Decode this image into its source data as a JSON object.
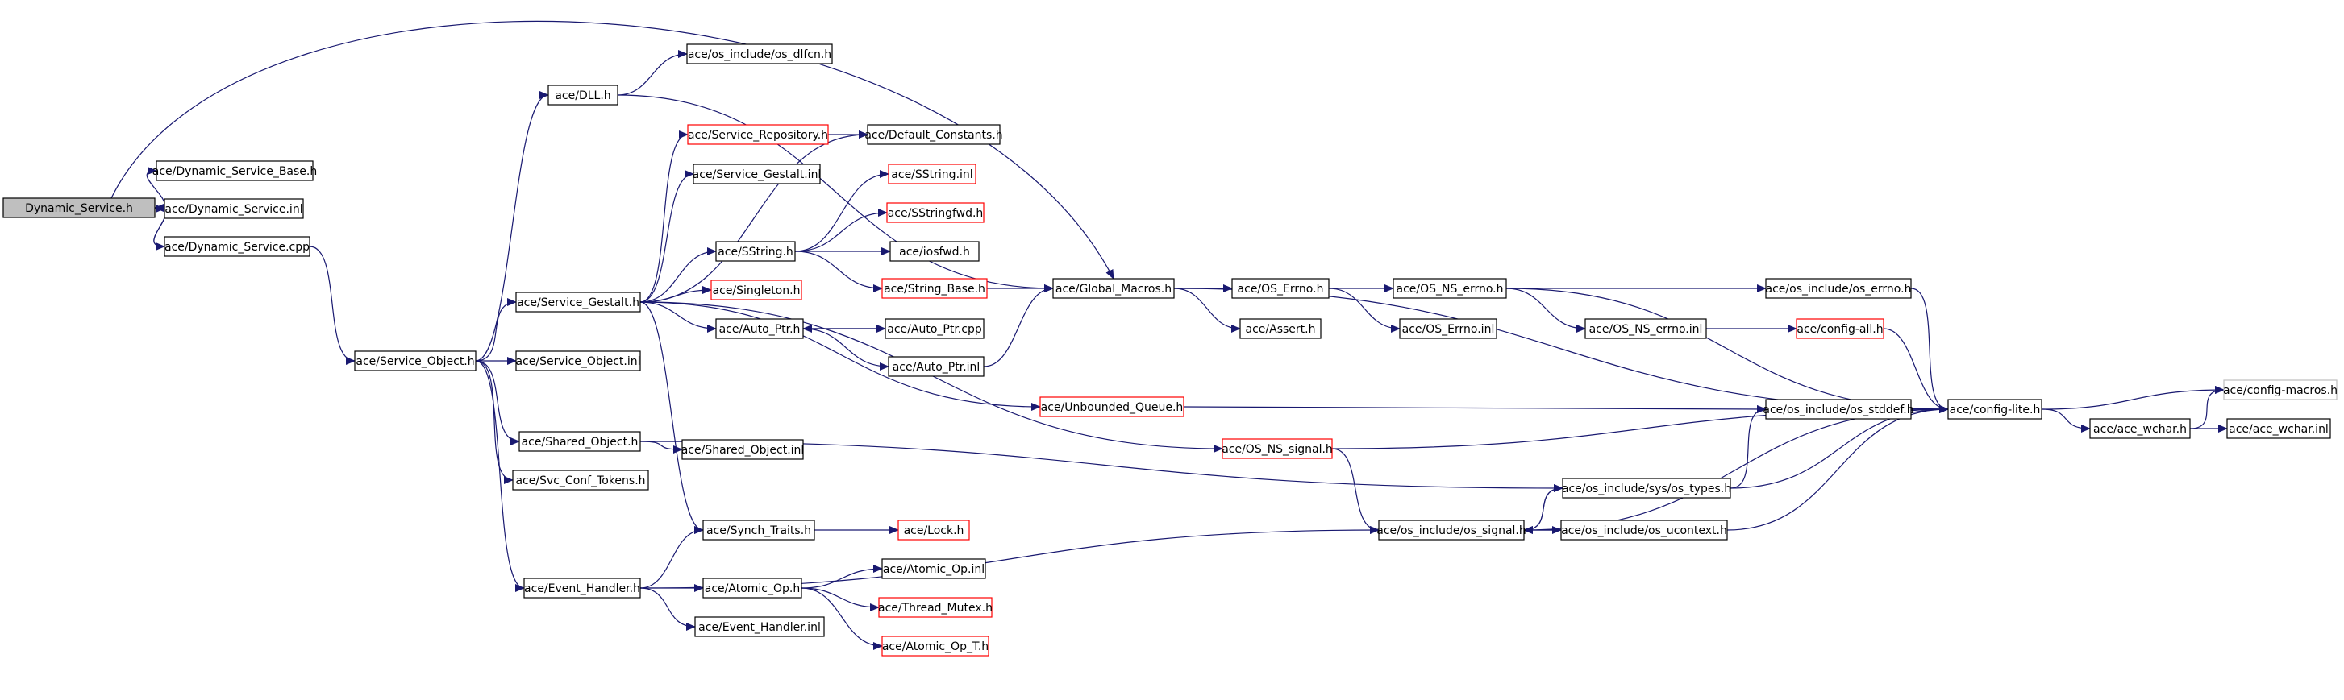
{
  "colors": {
    "edge": "#191970",
    "node_border": "#000000",
    "node_border_incomplete": "#ff0000",
    "node_border_unavailable": "#bfbfbf",
    "root_fill": "#bfbfbf",
    "node_fill": "#ffffff"
  },
  "nodes": [
    {
      "id": "root",
      "label": "Dynamic_Service.h",
      "style": "root"
    },
    {
      "id": "dsb",
      "label": "ace/Dynamic_Service_Base.h",
      "style": "normal"
    },
    {
      "id": "dsi",
      "label": "ace/Dynamic_Service.inl",
      "style": "normal"
    },
    {
      "id": "dscpp",
      "label": "ace/Dynamic_Service.cpp",
      "style": "normal"
    },
    {
      "id": "so",
      "label": "ace/Service_Object.h",
      "style": "normal"
    },
    {
      "id": "dll",
      "label": "ace/DLL.h",
      "style": "normal"
    },
    {
      "id": "dlfcn",
      "label": "ace/os_include/os_dlfcn.h",
      "style": "normal"
    },
    {
      "id": "sg",
      "label": "ace/Service_Gestalt.h",
      "style": "normal"
    },
    {
      "id": "sr",
      "label": "ace/Service_Repository.h",
      "style": "red"
    },
    {
      "id": "sgi",
      "label": "ace/Service_Gestalt.inl",
      "style": "normal"
    },
    {
      "id": "dc",
      "label": "ace/Default_Constants.h",
      "style": "normal"
    },
    {
      "id": "ss",
      "label": "ace/SString.h",
      "style": "normal"
    },
    {
      "id": "ssinl",
      "label": "ace/SString.inl",
      "style": "red"
    },
    {
      "id": "ssfwd",
      "label": "ace/SStringfwd.h",
      "style": "red"
    },
    {
      "id": "iosfwd",
      "label": "ace/iosfwd.h",
      "style": "normal"
    },
    {
      "id": "strbase",
      "label": "ace/String_Base.h",
      "style": "red"
    },
    {
      "id": "single",
      "label": "ace/Singleton.h",
      "style": "red"
    },
    {
      "id": "ap",
      "label": "ace/Auto_Ptr.h",
      "style": "normal"
    },
    {
      "id": "apcpp",
      "label": "ace/Auto_Ptr.cpp",
      "style": "normal"
    },
    {
      "id": "apinl",
      "label": "ace/Auto_Ptr.inl",
      "style": "normal"
    },
    {
      "id": "gm",
      "label": "ace/Global_Macros.h",
      "style": "normal"
    },
    {
      "id": "oserrno",
      "label": "ace/OS_Errno.h",
      "style": "normal"
    },
    {
      "id": "assert",
      "label": "ace/Assert.h",
      "style": "normal"
    },
    {
      "id": "nserrno",
      "label": "ace/OS_NS_errno.h",
      "style": "normal"
    },
    {
      "id": "oserrnoinl",
      "label": "ace/OS_Errno.inl",
      "style": "normal"
    },
    {
      "id": "nserrnoinl",
      "label": "ace/OS_NS_errno.inl",
      "style": "normal"
    },
    {
      "id": "oierrno",
      "label": "ace/os_include/os_errno.h",
      "style": "normal"
    },
    {
      "id": "cfgall",
      "label": "ace/config-all.h",
      "style": "red"
    },
    {
      "id": "sobinl",
      "label": "ace/Service_Object.inl",
      "style": "normal"
    },
    {
      "id": "uq",
      "label": "ace/Unbounded_Queue.h",
      "style": "red"
    },
    {
      "id": "shobj",
      "label": "ace/Shared_Object.h",
      "style": "normal"
    },
    {
      "id": "shobjinl",
      "label": "ace/Shared_Object.inl",
      "style": "normal"
    },
    {
      "id": "svc",
      "label": "ace/Svc_Conf_Tokens.h",
      "style": "normal"
    },
    {
      "id": "nssig",
      "label": "ace/OS_NS_signal.h",
      "style": "red"
    },
    {
      "id": "stddef",
      "label": "ace/os_include/os_stddef.h",
      "style": "normal"
    },
    {
      "id": "cfglite",
      "label": "ace/config-lite.h",
      "style": "normal"
    },
    {
      "id": "cfgmacros",
      "label": "ace/config-macros.h",
      "style": "grey"
    },
    {
      "id": "wchar",
      "label": "ace/ace_wchar.h",
      "style": "normal"
    },
    {
      "id": "wcharinl",
      "label": "ace/ace_wchar.inl",
      "style": "normal"
    },
    {
      "id": "systypes",
      "label": "ace/os_include/sys/os_types.h",
      "style": "normal"
    },
    {
      "id": "synch",
      "label": "ace/Synch_Traits.h",
      "style": "normal"
    },
    {
      "id": "lock",
      "label": "ace/Lock.h",
      "style": "red"
    },
    {
      "id": "signal",
      "label": "ace/os_include/os_signal.h",
      "style": "normal"
    },
    {
      "id": "ucontext",
      "label": "ace/os_include/os_ucontext.h",
      "style": "normal"
    },
    {
      "id": "eh",
      "label": "ace/Event_Handler.h",
      "style": "normal"
    },
    {
      "id": "aop",
      "label": "ace/Atomic_Op.h",
      "style": "normal"
    },
    {
      "id": "aopinl",
      "label": "ace/Atomic_Op.inl",
      "style": "normal"
    },
    {
      "id": "tm",
      "label": "ace/Thread_Mutex.h",
      "style": "red"
    },
    {
      "id": "aopt",
      "label": "ace/Atomic_Op_T.h",
      "style": "red"
    },
    {
      "id": "ehinl",
      "label": "ace/Event_Handler.inl",
      "style": "normal"
    }
  ]
}
